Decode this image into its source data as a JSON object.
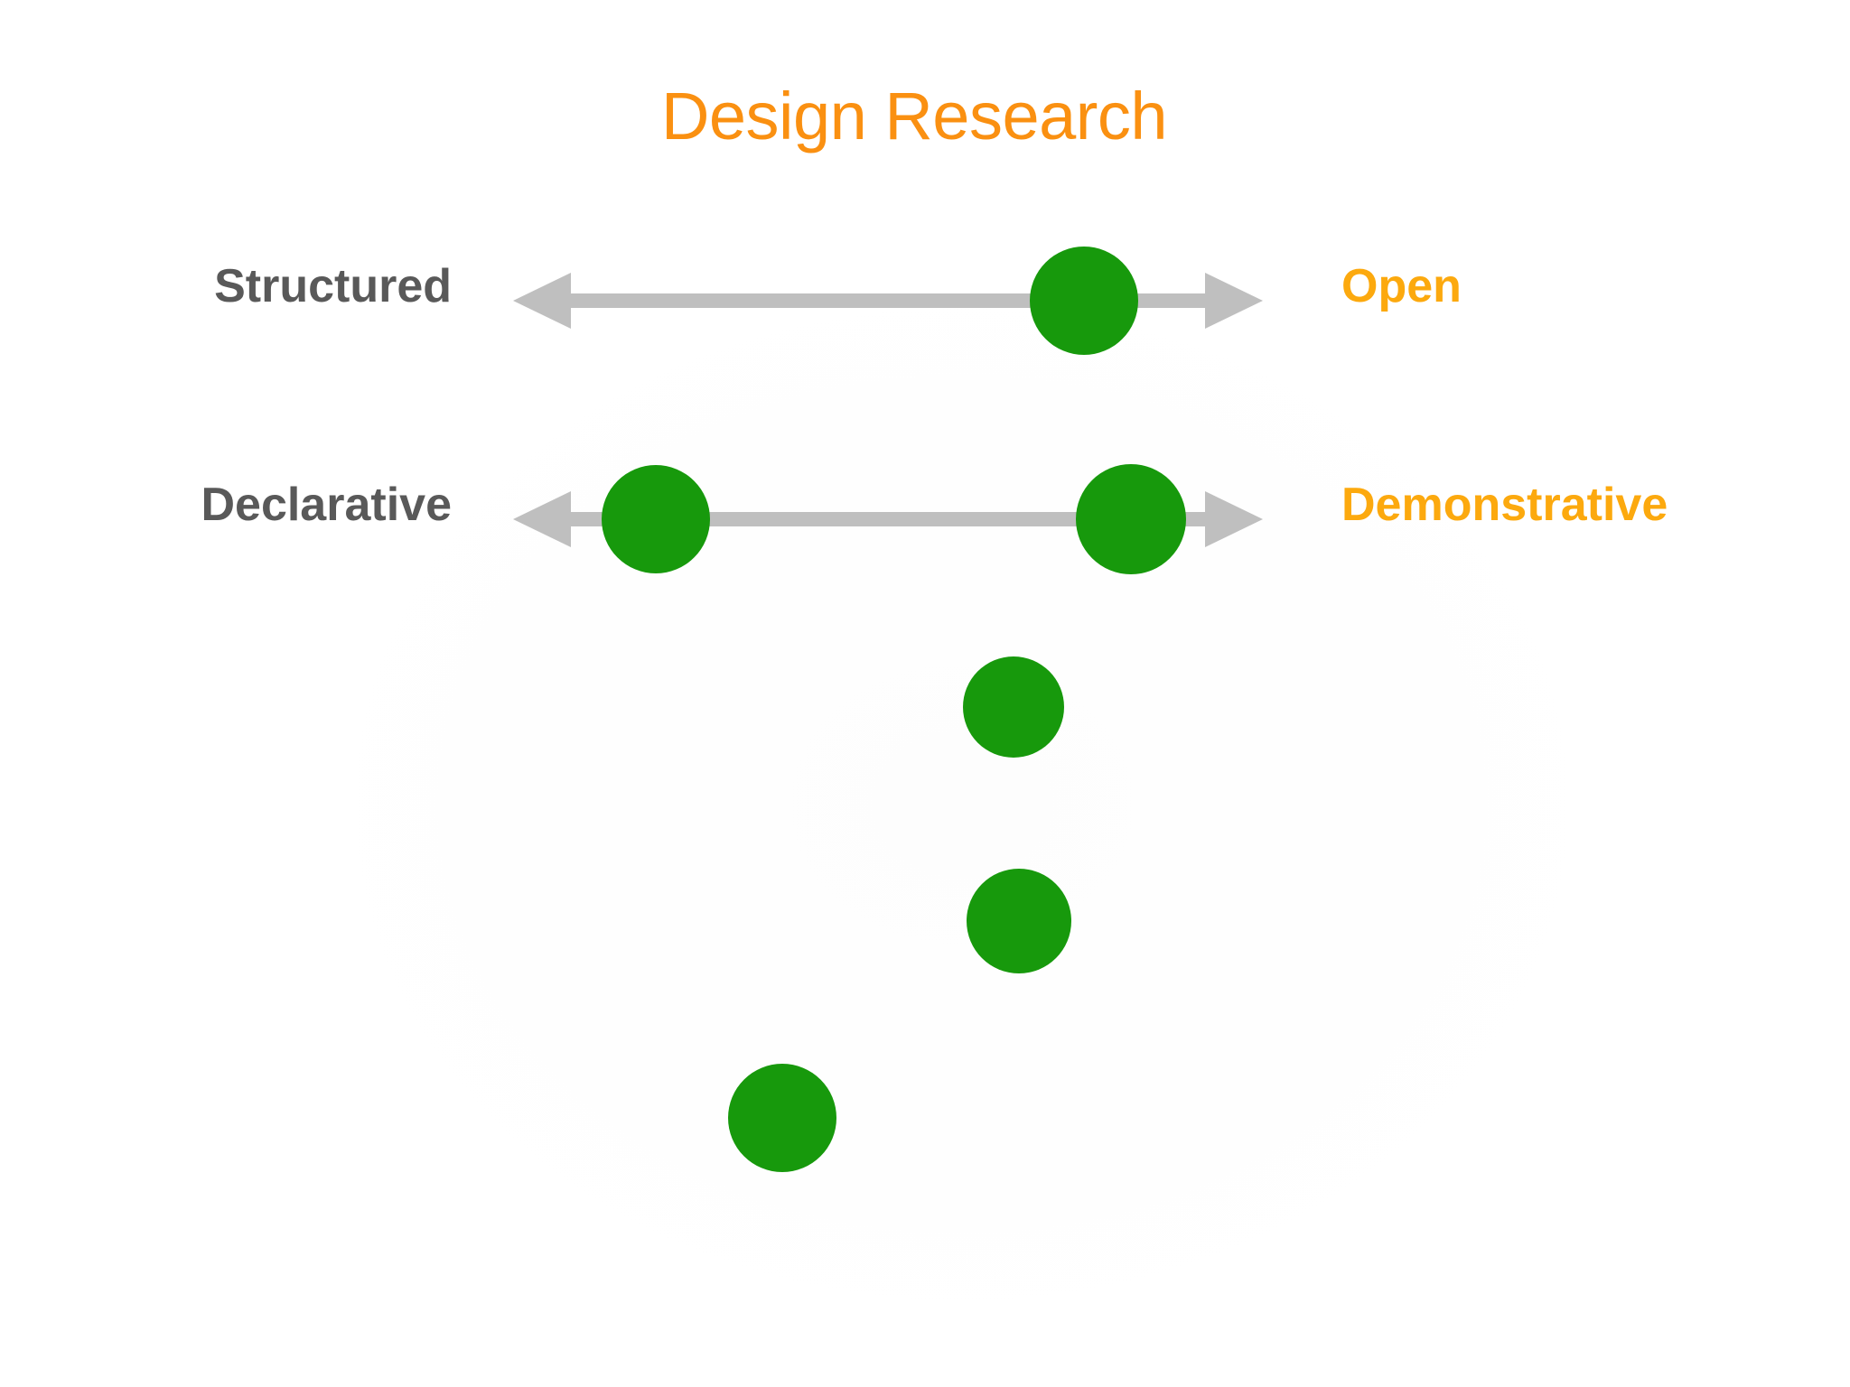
{
  "title": "Design Research",
  "colors": {
    "title": "#FA9011",
    "left_label": "#595959",
    "right_label": "#FCA90E",
    "arrow": "#BFBFBF",
    "marker": "#17990C",
    "background": "#FFFFFF"
  },
  "rows": [
    {
      "id": "structured-open",
      "left_label": "Structured",
      "right_label": "Open",
      "markers": [
        {
          "position_pct": 76
        }
      ]
    },
    {
      "id": "declarative-demonstrative",
      "left_label": "Declarative",
      "right_label": "Demonstrative",
      "markers": [
        {
          "position_pct": 19
        },
        {
          "position_pct": 83
        }
      ]
    }
  ],
  "loose_markers": [
    {
      "id": "marker-3",
      "x": 1122,
      "y": 783,
      "d": 112
    },
    {
      "id": "marker-4",
      "x": 1128,
      "y": 1020,
      "d": 116
    },
    {
      "id": "marker-5",
      "x": 866,
      "y": 1238,
      "d": 120
    }
  ],
  "chart_data": {
    "type": "scatter",
    "title": "Design Research",
    "xlabel": "",
    "ylabel": "",
    "xlim": [
      0,
      100
    ],
    "grid": false,
    "legend": null,
    "axes": [
      {
        "name": "structured-open",
        "low_label": "Structured",
        "high_label": "Open",
        "values": [
          76
        ]
      },
      {
        "name": "declarative-demonstrative",
        "low_label": "Declarative",
        "high_label": "Demonstrative",
        "values": [
          19,
          83
        ]
      }
    ],
    "unlabeled_points": [
      {
        "x": 1122,
        "y": 783
      },
      {
        "x": 1128,
        "y": 1020
      },
      {
        "x": 866,
        "y": 1238
      }
    ],
    "annotations": []
  }
}
